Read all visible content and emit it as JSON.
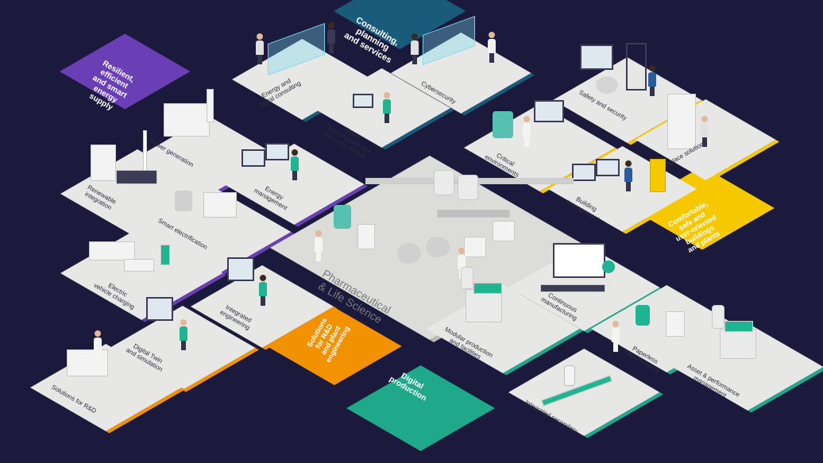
{
  "tiles": {
    "energy_digital": "Energy and\ndigital consulting",
    "cybersecurity": "Cybersecurity",
    "safety": "Safety and security",
    "workplace": "Workplace solutions",
    "power": "Power generation",
    "smart_financing": "Smart\nfinancing and new\nbusiness models",
    "critical": "Critical\nenvironments",
    "building": "Building\nmanagement",
    "renewable": "Renewable\nintegration",
    "energy_mgmt": "Energy\nmanagement",
    "smart_electrification": "Smart electrification",
    "ev_charging": "Electric\nvehicle charging",
    "integrated_engineering": "Integrated\nengineering",
    "digital_twin": "Digital Twin\nand simulation",
    "rnd": "Solutions for R&D",
    "continuous": "Continuous\nmanufacturing",
    "modular": "Modular production\nand facilities",
    "paperless": "Paperless\nmanufacturing",
    "integrated_secondary": "Integrated secondary",
    "asset": "Asset & performance\nmanagement",
    "pharma": "Pharmaceutical\n& Life Science"
  },
  "categories": {
    "consulting": "Consulting,\nplanning\nand services",
    "energy": "Resilient,\nefficient\nand smart\nenergy\nsupply",
    "comfortable": "Comfortable,\nsafe and\nuser-oriented\nbuildings\nand plants",
    "rnd_plant": "Solutions\nfor R&D\nand plant\nengineering",
    "digital": "Digital\nproduction"
  },
  "colors": {
    "background": "#1c1a3c",
    "tile": "#e7e7e5",
    "consulting": "#1a5a7a",
    "energy": "#6a3fb5",
    "comfortable": "#f5c800",
    "rnd_plant": "#f39200",
    "digital": "#1fa88a",
    "accent_green": "#1fb593"
  }
}
